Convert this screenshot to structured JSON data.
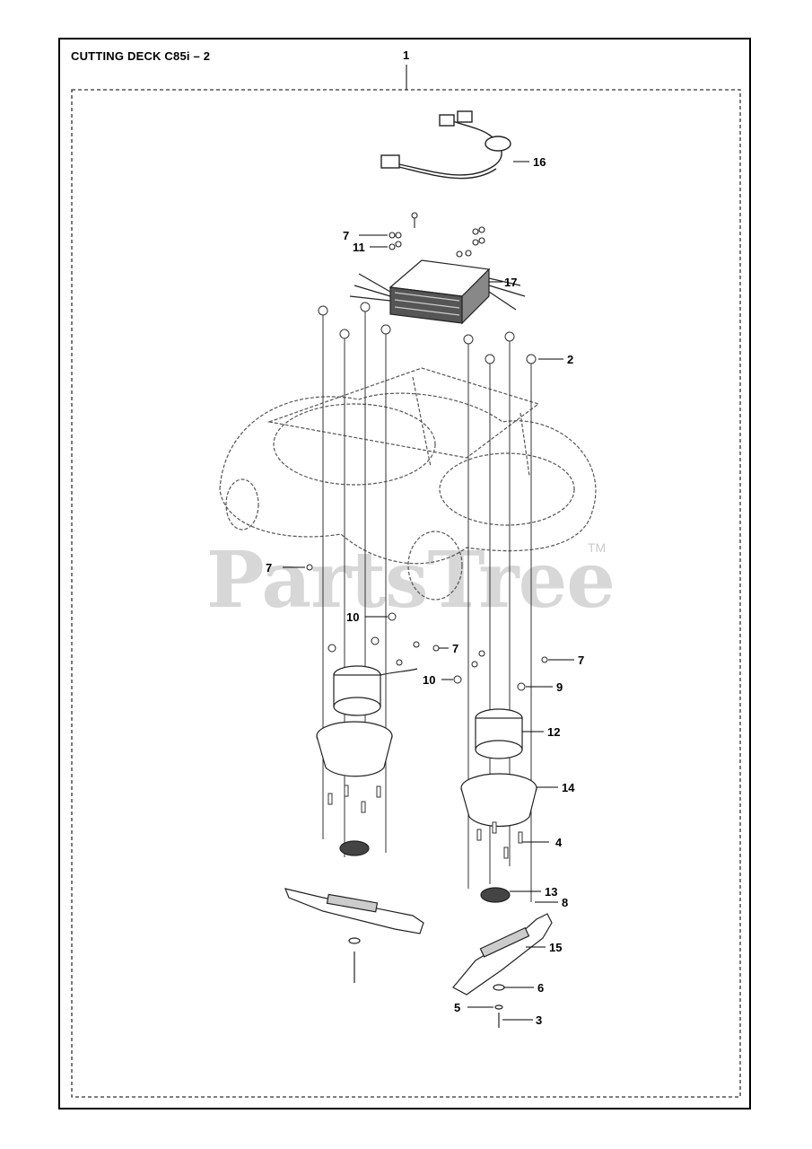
{
  "title": "CUTTING DECK C85i – 2",
  "watermark": "PartsTree",
  "watermark_tm": "TM",
  "callouts": {
    "c1": "1",
    "c16": "16",
    "c7a": "7",
    "c11": "11",
    "c17": "17",
    "c2": "2",
    "c7b": "7",
    "c10a": "10",
    "c7c": "7",
    "c7d": "7",
    "c10b": "10",
    "c9": "9",
    "c12": "12",
    "c14": "14",
    "c4": "4",
    "c13": "13",
    "c8": "8",
    "c15": "15",
    "c6": "6",
    "c5": "5",
    "c3": "3"
  }
}
